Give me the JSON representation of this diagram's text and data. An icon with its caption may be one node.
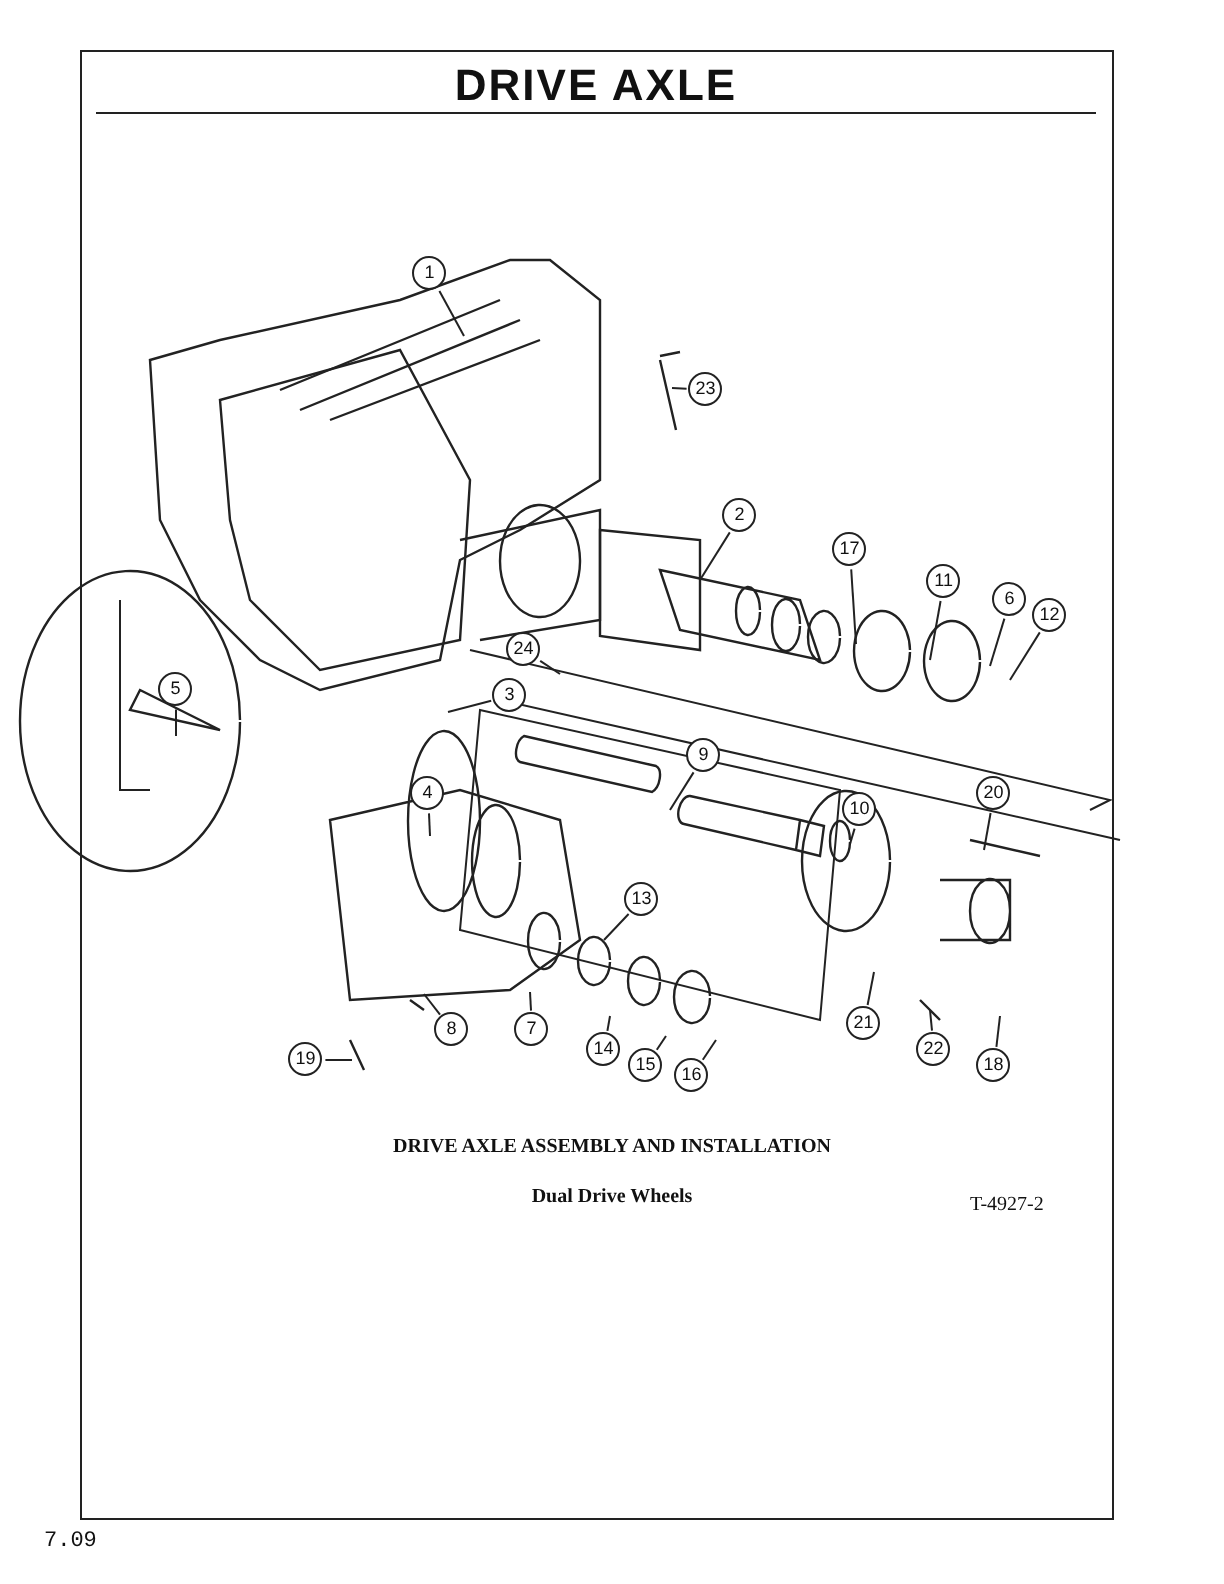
{
  "diagram": {
    "title": "DRIVE AXLE",
    "caption": "DRIVE AXLE ASSEMBLY AND INSTALLATION",
    "nodes": [
      {
        "text": [
          "1"
        ]
      },
      {
        "text": [
          "23"
        ]
      },
      {
        "text": [
          "2"
        ]
      },
      {
        "text": [
          "17"
        ]
      },
      {
        "text": [
          "11"
        ]
      },
      {
        "text": [
          "6"
        ]
      },
      {
        "text": [
          "12"
        ]
      },
      {
        "text": [
          "24"
        ]
      },
      {
        "text": [
          "3"
        ]
      },
      {
        "text": [
          "5"
        ]
      },
      {
        "text": [
          "9"
        ]
      },
      {
        "text": [
          "20"
        ]
      },
      {
        "text": [
          "4"
        ]
      },
      {
        "text": [
          "10"
        ]
      },
      {
        "text": [
          "13"
        ]
      },
      {
        "text": [
          "8"
        ]
      },
      {
        "text": [
          "7"
        ]
      },
      {
        "text": [
          "14"
        ]
      },
      {
        "text": [
          "15"
        ]
      },
      {
        "text": [
          "16"
        ]
      },
      {
        "text": [
          "21"
        ]
      },
      {
        "text": [
          "22"
        ]
      },
      {
        "text": [
          "18"
        ]
      },
      {
        "text": [
          "19"
        ]
      }
    ],
    "edges": [
      {
        "from": 0,
        "to": null,
        "arrow": "none"
      },
      {
        "from": 1,
        "to": null,
        "arrow": "none"
      },
      {
        "from": 2,
        "to": null,
        "arrow": "none"
      },
      {
        "from": 3,
        "to": null,
        "arrow": "none"
      },
      {
        "from": 4,
        "to": null,
        "arrow": "none"
      },
      {
        "from": 5,
        "to": null,
        "arrow": "none"
      },
      {
        "from": 6,
        "to": null,
        "arrow": "none"
      },
      {
        "from": 7,
        "to": null,
        "arrow": "none"
      },
      {
        "from": 8,
        "to": null,
        "arrow": "none"
      },
      {
        "from": 9,
        "to": null,
        "arrow": "none"
      },
      {
        "from": 10,
        "to": null,
        "arrow": "none"
      },
      {
        "from": 11,
        "to": null,
        "arrow": "none"
      },
      {
        "from": 12,
        "to": null,
        "arrow": "none"
      },
      {
        "from": 13,
        "to": null,
        "arrow": "none"
      },
      {
        "from": 14,
        "to": null,
        "arrow": "none"
      },
      {
        "from": 15,
        "to": null,
        "arrow": "none"
      },
      {
        "from": 16,
        "to": null,
        "arrow": "none"
      },
      {
        "from": 17,
        "to": null,
        "arrow": "none"
      },
      {
        "from": 18,
        "to": null,
        "arrow": "none"
      },
      {
        "from": 19,
        "to": null,
        "arrow": "none"
      },
      {
        "from": 20,
        "to": null,
        "arrow": "none"
      },
      {
        "from": 21,
        "to": null,
        "arrow": "none"
      },
      {
        "from": 22,
        "to": null,
        "arrow": "none"
      },
      {
        "from": 23,
        "to": null,
        "arrow": "none"
      }
    ],
    "labels": [
      "Dual Drive Wheels",
      "T-4927-2",
      "7.09"
    ]
  }
}
